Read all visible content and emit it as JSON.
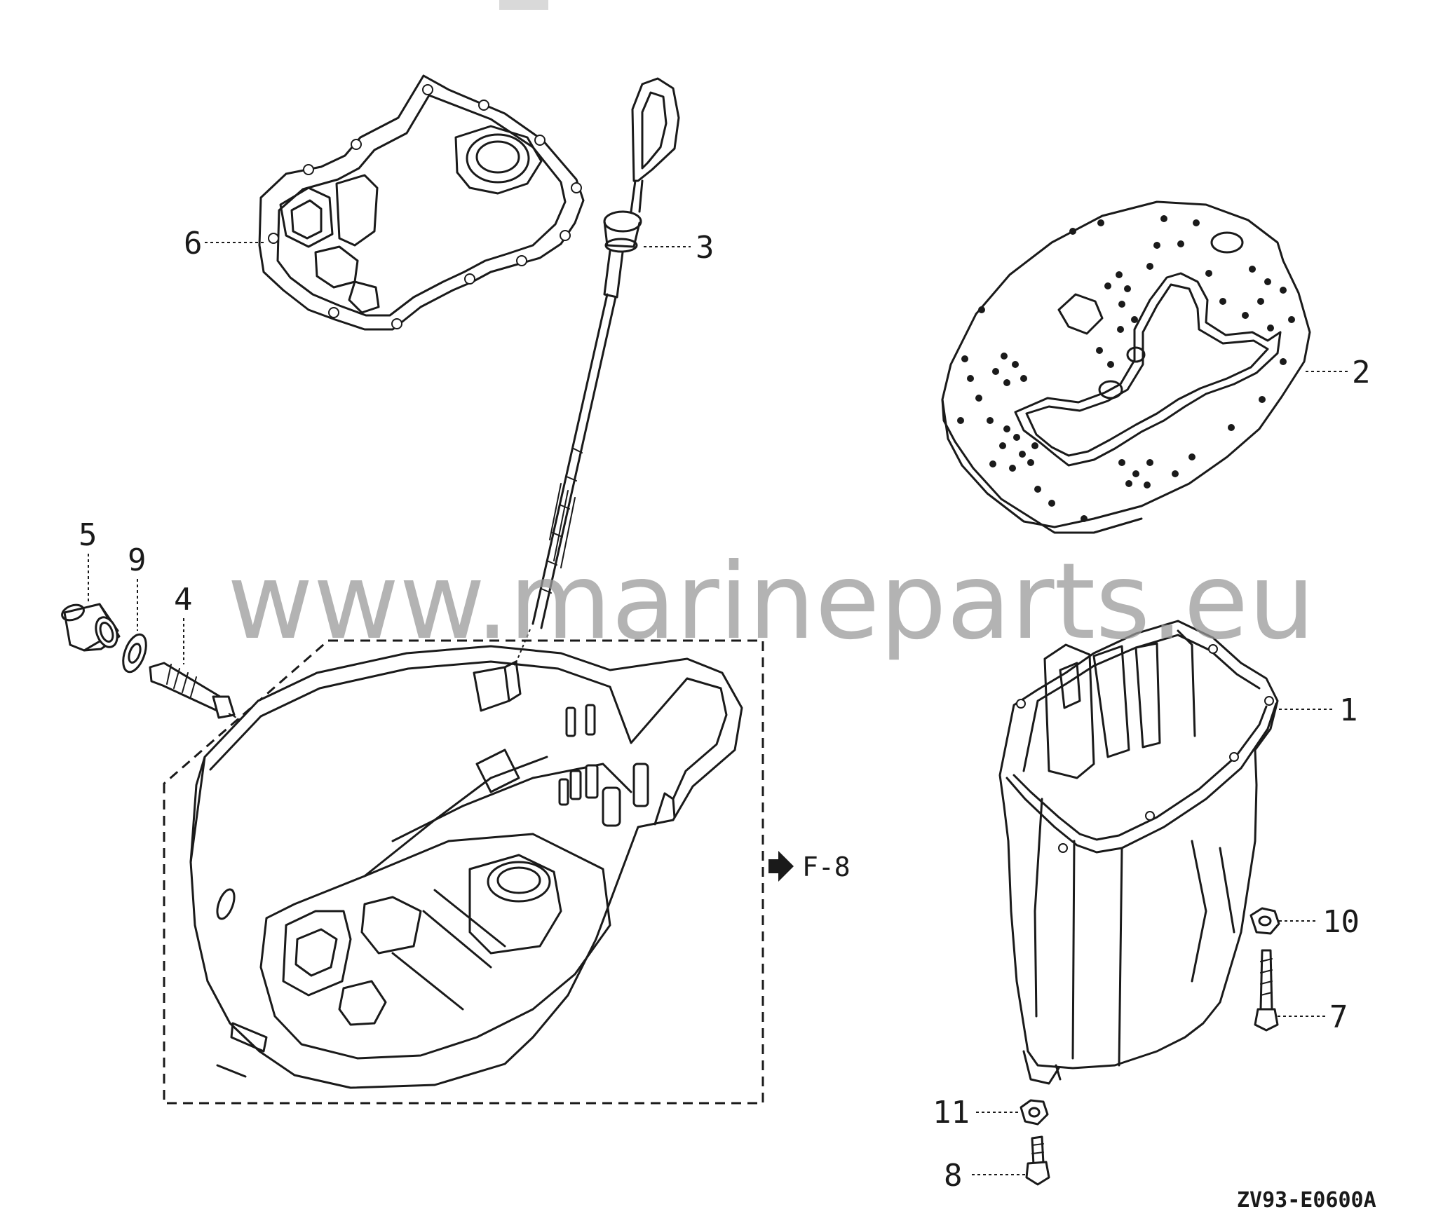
{
  "diagram": {
    "drawing_code": "ZV93-E0600A",
    "watermark": "www.marineparts.eu",
    "reference": "F-8",
    "callouts": [
      {
        "id": "1",
        "label": "1"
      },
      {
        "id": "2",
        "label": "2"
      },
      {
        "id": "3",
        "label": "3"
      },
      {
        "id": "4",
        "label": "4"
      },
      {
        "id": "5",
        "label": "5"
      },
      {
        "id": "6",
        "label": "6"
      },
      {
        "id": "7",
        "label": "7"
      },
      {
        "id": "8",
        "label": "8"
      },
      {
        "id": "9",
        "label": "9"
      },
      {
        "id": "10",
        "label": "10"
      },
      {
        "id": "11",
        "label": "11"
      }
    ]
  }
}
